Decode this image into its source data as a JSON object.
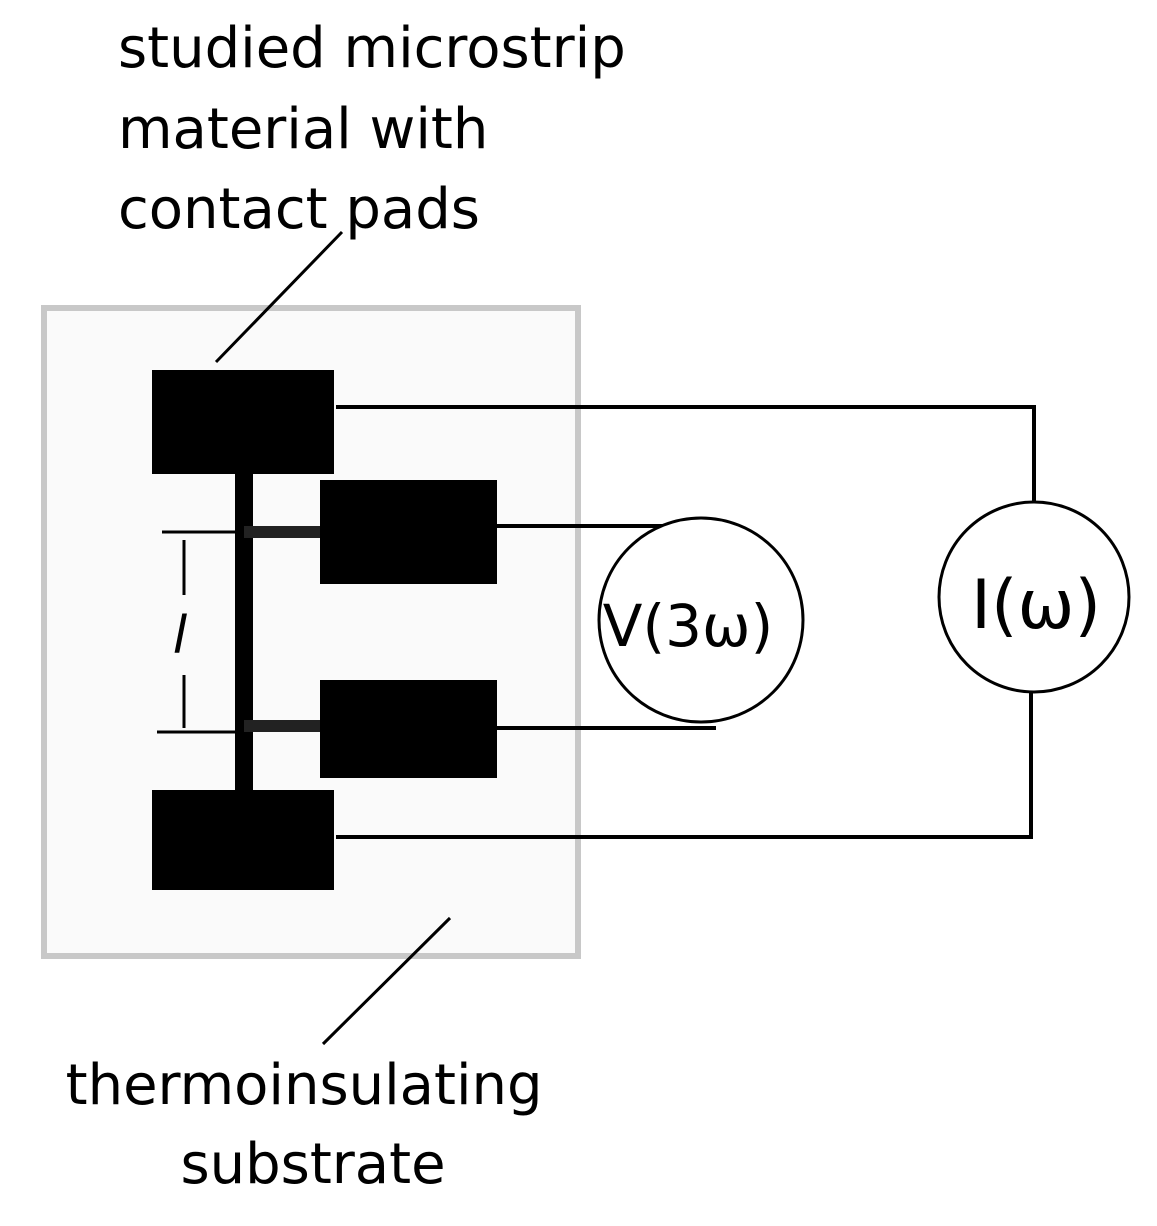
{
  "labels": {
    "microstrip": [
      "studied microstrip",
      "material with",
      "contact pads"
    ],
    "substrate": [
      "thermoinsulating",
      "substrate"
    ],
    "length_symbol": "l"
  },
  "meters": {
    "voltmeter": "V(3ω)",
    "ammeter": "I(ω)"
  },
  "colors": {
    "substrate_fill": "#fafafa",
    "substrate_border": "#c8c8c8",
    "pad": "#000000",
    "wire": "#000000",
    "text": "#000000"
  }
}
